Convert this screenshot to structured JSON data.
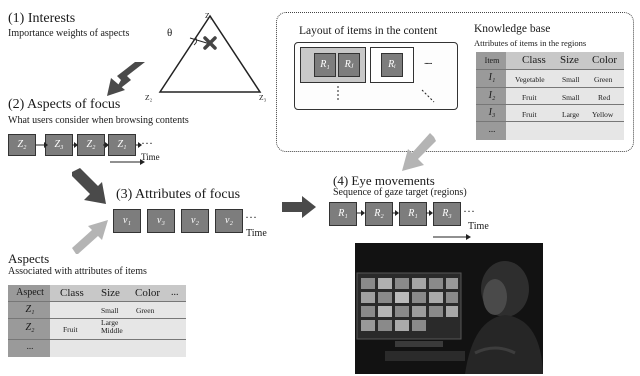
{
  "interests": {
    "title": "(1) Interests",
    "subtitle": "Importance weights of aspects",
    "theta": "θ",
    "z1": "Z₁",
    "z2": "Z₂",
    "z3": "Z₃"
  },
  "aspects_focus": {
    "title": "(2) Aspects of focus",
    "subtitle": "What users consider when browsing contents",
    "sequence": [
      "Z₂",
      "Z₃",
      "Z₂",
      "Z₁"
    ],
    "ellipsis": "···",
    "time_label": "Time"
  },
  "attributes_focus": {
    "title": "(3) Attributes of focus",
    "sequence": [
      "v₁",
      "v₃",
      "v₂",
      "v₂"
    ],
    "ellipsis": "···",
    "time_label": "Time"
  },
  "aspects": {
    "title": "Aspects",
    "subtitle": "Associated with attributes of items",
    "headers": [
      "Aspect",
      "Class",
      "Size",
      "Color",
      "..."
    ],
    "rows": [
      {
        "aspect": "Z₁",
        "class": "",
        "size": "Small",
        "color": "Green"
      },
      {
        "aspect": "Z₂",
        "class": "Fruit",
        "size": "Large\nMiddle",
        "color": ""
      },
      {
        "aspect": "...",
        "class": "",
        "size": "",
        "color": ""
      }
    ]
  },
  "layout": {
    "title": "Layout of items in the content",
    "r1": "R₁",
    "rj": "Rⱼ",
    "ri": "Rᵢ",
    "dots": "......"
  },
  "knowledge": {
    "title": "Knowledge base",
    "subtitle": "Attributes of items in the regions",
    "headers": [
      "Item",
      "Class",
      "Size",
      "Color"
    ],
    "rows": [
      {
        "item": "I₁",
        "class": "Vegetable",
        "size": "Small",
        "color": "Green"
      },
      {
        "item": "I₂",
        "class": "Fruit",
        "size": "Small",
        "color": "Red"
      },
      {
        "item": "I₃",
        "class": "Fruit",
        "size": "Large",
        "color": "Yellow"
      },
      {
        "item": "...",
        "class": "",
        "size": "",
        "color": ""
      }
    ]
  },
  "eye": {
    "title": "(4) Eye movements",
    "subtitle": "Sequence of gaze target (regions)",
    "sequence": [
      "R₁",
      "R₂",
      "R₁",
      "R₃"
    ],
    "ellipsis": "···",
    "time_label": "Time"
  },
  "colors": {
    "node": "#7d7d7d",
    "arrow_dark": "#4a4a4a",
    "arrow_light": "#b4b4b4"
  }
}
